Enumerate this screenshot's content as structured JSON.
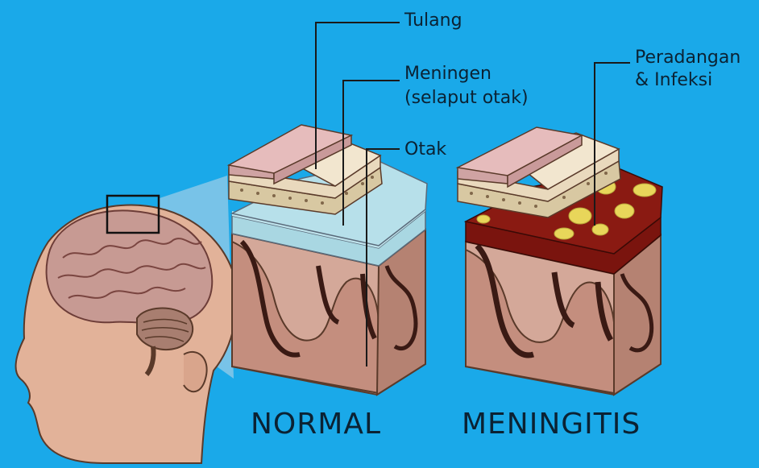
{
  "labels": {
    "bone": "Tulang",
    "meninges_line1": "Meningen",
    "meninges_line2": "(selaput otak)",
    "brain": "Otak",
    "inflammation_line1": "Peradangan",
    "inflammation_line2": "& Infeksi"
  },
  "captions": {
    "normal": "NORMAL",
    "meningitis": "MENINGITIS"
  },
  "colors": {
    "background": "#1aa9e9",
    "bone": "#e6bcbc",
    "meninges_normal": "#a9d7e2",
    "meninges_infected": "#8a1a12",
    "pus": "#e8d65a",
    "brain_tissue": "#dcb0a2",
    "text": "#0b2233"
  }
}
